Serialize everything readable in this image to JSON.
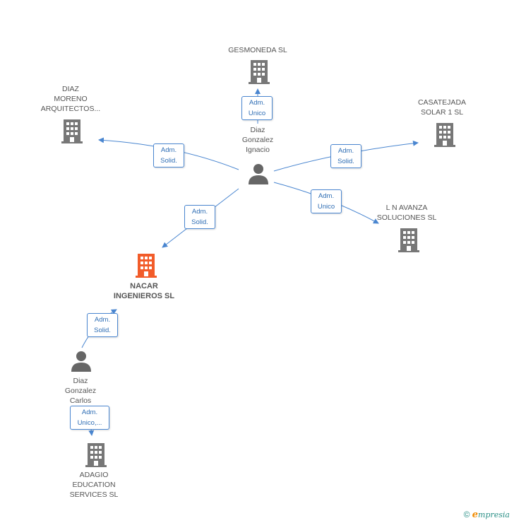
{
  "colors": {
    "company": "#777777",
    "highlight": "#f25c2a",
    "person": "#666666",
    "edge": "#4a86d0"
  },
  "nodes": {
    "gesmoneda": {
      "label": "GESMONEDA  SL",
      "icon": "building-icon"
    },
    "diaz_moreno": {
      "label": "DIAZ\nMORENO\nARQUITECTOS...",
      "icon": "building-icon"
    },
    "casatejada": {
      "label": "CASATEJADA\nSOLAR 1 SL",
      "icon": "building-icon"
    },
    "ln_avanza": {
      "label": "L N AVANZA\nSOLUCIONES SL",
      "icon": "building-icon"
    },
    "nacar": {
      "label": "NACAR\nINGENIEROS SL",
      "icon": "building-icon"
    },
    "diaz_ignacio": {
      "label": "Diaz\nGonzalez\nIgnacio",
      "icon": "person-icon"
    },
    "diaz_carlos": {
      "label": "Diaz\nGonzalez\nCarlos",
      "icon": "person-icon"
    },
    "adagio": {
      "label": "ADAGIO\nEDUCATION\nSERVICES  SL",
      "icon": "building-icon"
    }
  },
  "edges": {
    "to_gesmoneda": "Adm.\nUnico",
    "to_diaz_moreno": "Adm.\nSolid.",
    "to_casatejada": "Adm.\nSolid.",
    "to_ln_avanza": "Adm.\nUnico",
    "to_nacar_from_ignacio": "Adm.\nSolid.",
    "to_nacar_from_carlos": "Adm.\nSolid.",
    "to_adagio": "Adm.\nUnico,..."
  },
  "footer": {
    "copyright_symbol": "©",
    "brand_initial": "e",
    "brand_rest": "mpresia"
  }
}
